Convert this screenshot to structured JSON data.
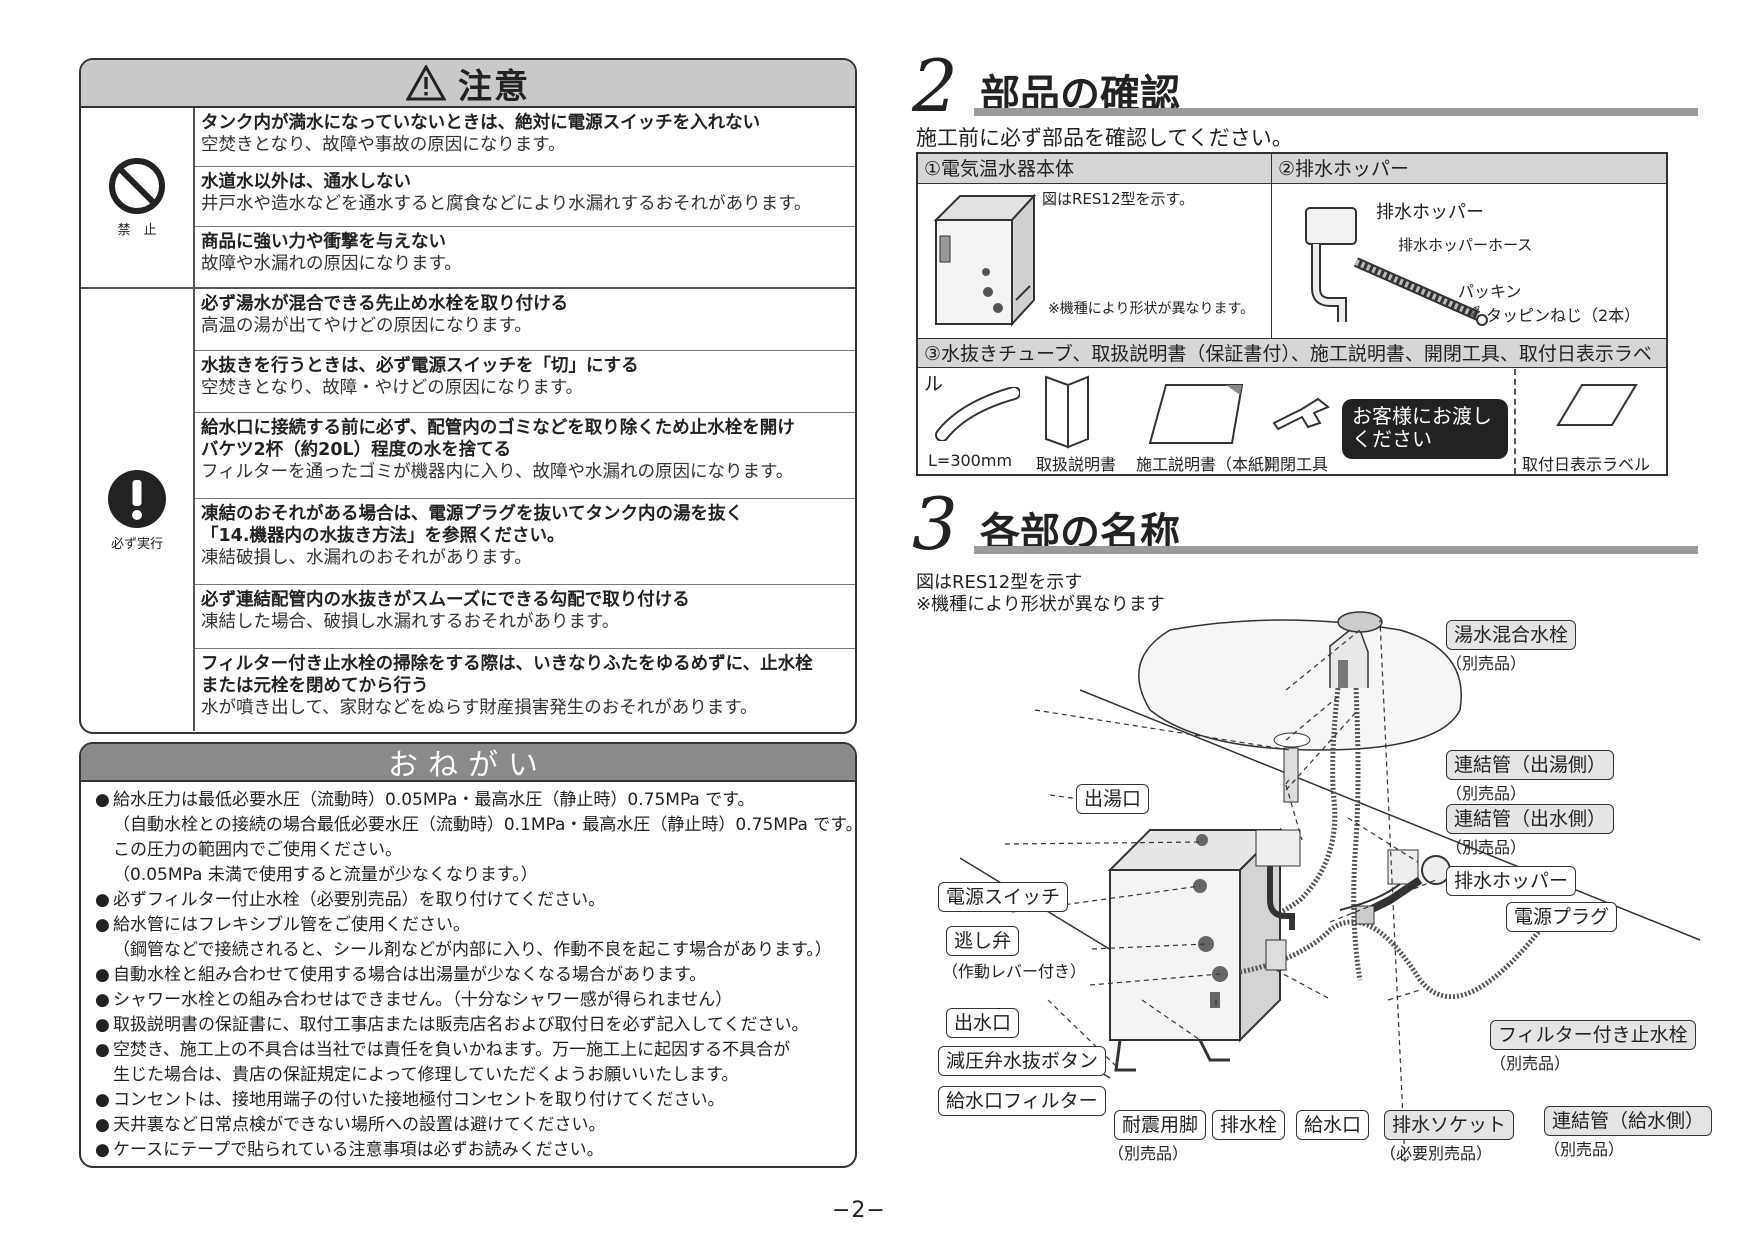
{
  "caution": {
    "title": "注意",
    "prohibit_label": "禁　止",
    "must_label": "必ず実行",
    "prohibit_items": [
      {
        "head": "タンク内が満水になっていないときは、絶対に電源スイッチを入れない",
        "body": "空焚きとなり、故障や事故の原因になります。"
      },
      {
        "head": "水道水以外は、通水しない",
        "body": "井戸水や造水などを通水すると腐食などにより水漏れするおそれがあります。"
      },
      {
        "head": "商品に強い力や衝撃を与えない",
        "body": "故障や水漏れの原因になります。"
      }
    ],
    "must_items": [
      {
        "head": "必ず湯水が混合できる先止め水栓を取り付ける",
        "body": "高温の湯が出てやけどの原因になります。"
      },
      {
        "head": "水抜きを行うときは、必ず電源スイッチを「切」にする",
        "body": "空焚きとなり、故障・やけどの原因になります。"
      },
      {
        "head": "給水口に接続する前に必ず、配管内のゴミなどを取り除くため止水栓を開け\nバケツ2杯（約20L）程度の水を捨てる",
        "body": "フィルターを通ったゴミが機器内に入り、故障や水漏れの原因になります。"
      },
      {
        "head": "凍結のおそれがある場合は、電源プラグを抜いてタンク内の湯を抜く\n「14.機器内の水抜き方法」を参照ください。",
        "body": "凍結破損し、水漏れのおそれがあります。"
      },
      {
        "head": "必ず連結配管内の水抜きがスムーズにできる勾配で取り付ける",
        "body": "凍結した場合、破損し水漏れするおそれがあります。"
      },
      {
        "head": "フィルター付き止水栓の掃除をする際は、いきなりふたをゆるめずに、止水栓\nまたは元栓を閉めてから行う",
        "body": "水が噴き出して、家財などをぬらす財産損害発生のおそれがあります。"
      }
    ]
  },
  "onegai": {
    "title": "おねがい",
    "lines": [
      {
        "bullet": true,
        "text": "給水圧力は最低必要水圧（流動時）0.05MPa・最高水圧（静止時）0.75MPa です。"
      },
      {
        "bullet": false,
        "text": "（自動水栓との接続の場合最低必要水圧（流動時）0.1MPa・最高水圧（静止時）0.75MPa です。）"
      },
      {
        "bullet": false,
        "text": "この圧力の範囲内でご使用ください。"
      },
      {
        "bullet": false,
        "text": "（0.05MPa 未満で使用すると流量が少なくなります。）"
      },
      {
        "bullet": true,
        "text": "必ずフィルター付止水栓（必要別売品）を取り付けてください。"
      },
      {
        "bullet": true,
        "text": "給水管にはフレキシブル管をご使用ください。"
      },
      {
        "bullet": false,
        "text": "（鋼管などで接続されると、シール剤などが内部に入り、作動不良を起こす場合があります。）"
      },
      {
        "bullet": true,
        "text": "自動水栓と組み合わせて使用する場合は出湯量が少なくなる場合があります。"
      },
      {
        "bullet": true,
        "text": "シャワー水栓との組み合わせはできません。（十分なシャワー感が得られません）"
      },
      {
        "bullet": true,
        "text": "取扱説明書の保証書に、取付工事店または販売店名および取付日を必ず記入してください。"
      },
      {
        "bullet": true,
        "text": "空焚き、施工上の不具合は当社では責任を負いかねます。万一施工上に起因する不具合が"
      },
      {
        "bullet": false,
        "text": "生じた場合は、貴店の保証規定によって修理していただくようお願いいたします。"
      },
      {
        "bullet": true,
        "text": "コンセントは、接地用端子の付いた接地極付コンセントを取り付けてください。"
      },
      {
        "bullet": true,
        "text": "天井裏など日常点検ができない場所への設置は避けてください。"
      },
      {
        "bullet": true,
        "text": "ケースにテープで貼られている注意事項は必ずお読みください。"
      }
    ]
  },
  "section2": {
    "num": "2",
    "title": "部品の確認",
    "intro": "施工前に必ず部品を確認してください。",
    "p1_head": "①電気温水器本体",
    "p1_note1": "図はRES12型を示す。",
    "p1_note2": "※機種により形状が異なります。",
    "p2_head": "②排水ホッパー",
    "p2_labels": {
      "hopper": "排水ホッパー",
      "hose": "排水ホッパーホース",
      "packing": "パッキン",
      "screw": "タッピンねじ（2本）"
    },
    "p3_head": "③水抜きチューブ、取扱説明書（保証書付）、施工説明書、開閉工具、取付日表示ラベル",
    "p3_items": {
      "tube": "L=300mm",
      "manual": "取扱説明書",
      "install": "施工説明書（本紙）",
      "tool": "開閉工具",
      "label": "取付日表示ラベル"
    },
    "p3_pill": "お客様にお渡し\nください"
  },
  "section3": {
    "num": "3",
    "title": "各部の名称",
    "note1": "図はRES12型を示す",
    "note2": "※機種により形状が異なります",
    "labels": {
      "faucet": "湯水混合水栓",
      "faucet_sub": "（別売品）",
      "hot_pipe": "連結管（出湯側）",
      "hot_pipe_sub": "（別売品）",
      "out_pipe": "連結管（出水側）",
      "out_pipe_sub": "（別売品）",
      "hopper": "排水ホッパー",
      "plug": "電源プラグ",
      "outlet": "出湯口",
      "switch": "電源スイッチ",
      "relief": "逃し弁",
      "relief_sub": "（作動レバー付き）",
      "water_out": "出水口",
      "drain_btn": "減圧弁水抜ボタン",
      "filter": "給水口フィルター",
      "stop_valve": "フィルター付き止水栓",
      "stop_valve_sub": "（別売品）",
      "legs": "耐震用脚",
      "legs_sub": "（別売品）",
      "drain_plug": "排水栓",
      "inlet": "給水口",
      "socket": "排水ソケット",
      "socket_sub": "（必要別売品）",
      "supply_pipe": "連結管（給水側）",
      "supply_pipe_sub": "（別売品）"
    }
  },
  "page_number": "−2−"
}
